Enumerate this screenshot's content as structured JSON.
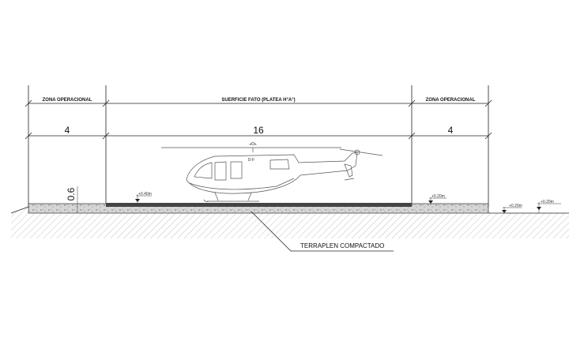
{
  "zones": {
    "left": "ZONA OPERACIONAL",
    "center": "SUERFICIE FATO (PLATEA H°A°)",
    "right": "ZONA OPERACIONAL"
  },
  "dimensions": {
    "left": "4",
    "center": "16",
    "right": "4",
    "vertical": "0.6"
  },
  "levels": {
    "a": "+0.40m",
    "b": "+0.20m",
    "c": "+0.20m",
    "d": "+0.20m"
  },
  "heli_mark": "D-F",
  "note": "TERRAPLEN COMPACTADO",
  "colors": {
    "line": "#222222",
    "slab": "#444444",
    "gravel": "#cfcfcf",
    "helicopter": "#555555"
  }
}
